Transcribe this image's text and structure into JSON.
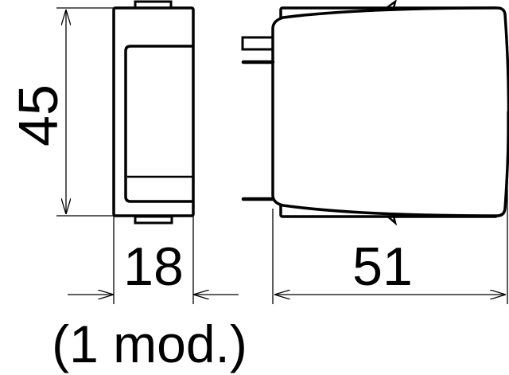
{
  "drawing": {
    "height_label": "45",
    "width_label": "18",
    "depth_label": "51",
    "module_note": "(1 mod.)",
    "line_color": "#000000",
    "background": "#ffffff"
  }
}
